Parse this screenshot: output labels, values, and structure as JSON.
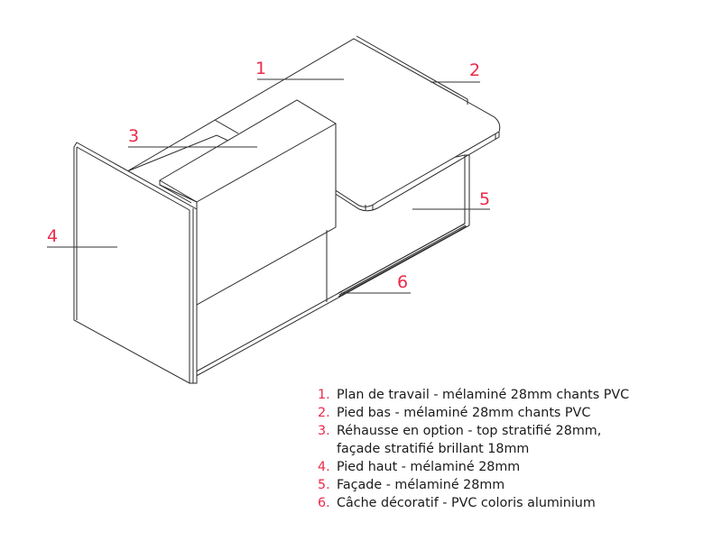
{
  "colors": {
    "accent": "#ec2a4a",
    "line": "#2a2a2a"
  },
  "callouts": [
    "1",
    "2",
    "3",
    "4",
    "5",
    "6"
  ],
  "legend": [
    {
      "num": "1.",
      "text": "Plan de travail - mélaminé 28mm chants PVC"
    },
    {
      "num": "2.",
      "text": "Pied bas - mélaminé 28mm chants PVC"
    },
    {
      "num": "3.",
      "text": "Réhausse en option - top stratifié 28mm,",
      "text2": "façade stratifié brillant 18mm"
    },
    {
      "num": "4.",
      "text": "Pied haut - mélaminé 28mm"
    },
    {
      "num": "5.",
      "text": "Façade - mélaminé 28mm"
    },
    {
      "num": "6.",
      "text": "Câche décoratif - PVC coloris aluminium"
    }
  ]
}
